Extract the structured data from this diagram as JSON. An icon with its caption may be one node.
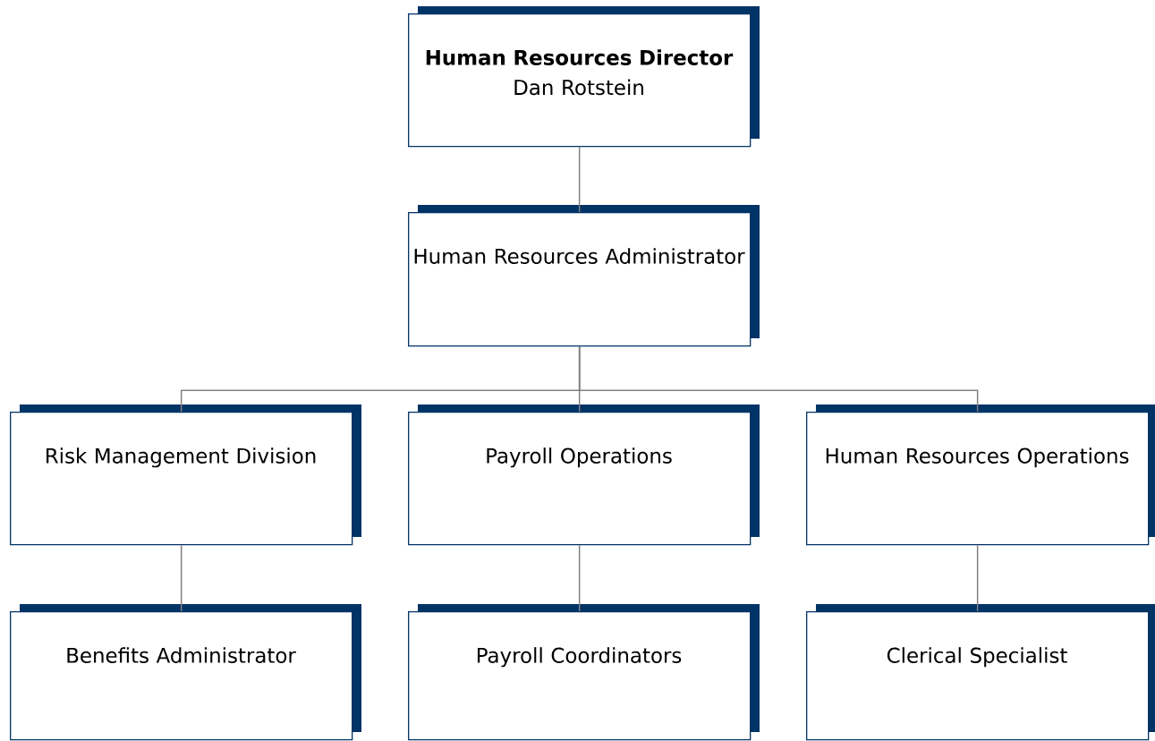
{
  "diagram": {
    "nodes": [
      {
        "text": [
          "Human Resources Director",
          "Dan Rotstein"
        ]
      },
      {
        "text": [
          "Human Resources Administrator"
        ]
      },
      {
        "text": [
          "Risk Management Division"
        ]
      },
      {
        "text": [
          "Payroll Operations"
        ]
      },
      {
        "text": [
          "Human Resources Operations"
        ]
      },
      {
        "text": [
          "Benefits Administrator"
        ]
      },
      {
        "text": [
          "Payroll Coordinators"
        ]
      },
      {
        "text": [
          "Clerical Specialist"
        ]
      }
    ],
    "edges": [
      {
        "from": 0,
        "to": 1,
        "arrow": "none"
      },
      {
        "from": 1,
        "to": 2,
        "arrow": "none"
      },
      {
        "from": 1,
        "to": 3,
        "arrow": "none"
      },
      {
        "from": 1,
        "to": 4,
        "arrow": "none"
      },
      {
        "from": 2,
        "to": 5,
        "arrow": "none"
      },
      {
        "from": 3,
        "to": 6,
        "arrow": "none"
      },
      {
        "from": 4,
        "to": 7,
        "arrow": "none"
      }
    ]
  }
}
